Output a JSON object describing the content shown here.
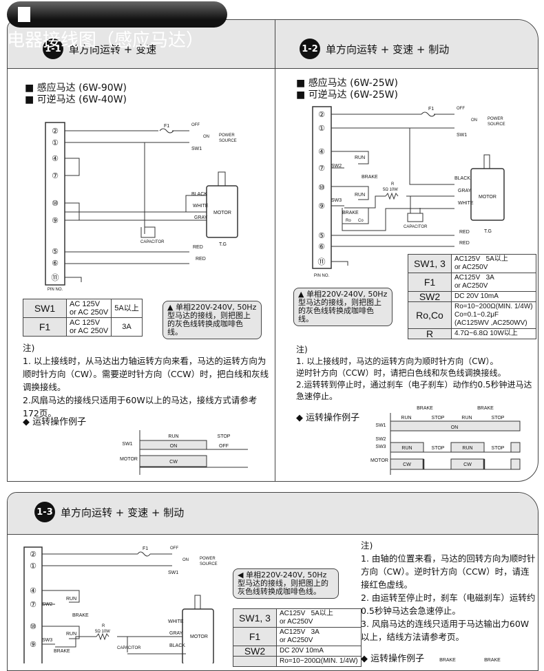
{
  "page_title": "电器接线图（感应马达）",
  "sections": [
    {
      "badge": "1-1",
      "title": "单方向运转 + 变速",
      "models": [
        "感应马达 (6W-90W)",
        "可逆马达 (6W-40W)"
      ],
      "spec": [
        [
          "SW1",
          "AC 125V",
          "or AC 250V",
          "5A以上"
        ],
        [
          "F1",
          "AC 125V",
          "or AC 250V",
          "3A"
        ]
      ],
      "warning": "▲ 单相220V-240V, 50Hz型马达的接线，则把图上的灰色线转换成咖啡色线。",
      "notes_head": "注)",
      "notes": [
        "1. 以上接线时，从马达出力轴运转方向来看，马达的运转方向为顺时针方向（CW）。需要逆时针方向（CCW）时，把白线和灰线调换接线。",
        "2.风扇马达的接线只适用于60W以上的马达，接线方式请参考172页。"
      ],
      "example_title": "◆ 运转操作例子",
      "timing": {
        "rows": [
          "SW1",
          "MOTOR"
        ],
        "phases": [
          "RUN",
          "STOP"
        ],
        "sw1": [
          "ON",
          "OFF"
        ],
        "motor": [
          "CW"
        ]
      }
    },
    {
      "badge": "1-2",
      "title": "单方向运转 + 变速 + 制动",
      "models": [
        "感应马达 (6W-25W)",
        "可逆马达 (6W-25W)"
      ],
      "spec": [
        [
          "SW1, 3",
          "AC125V",
          "or AC250V",
          "5A以上"
        ],
        [
          "F1",
          "AC125V",
          "or AC250V",
          "3A"
        ],
        [
          "SW2",
          "DC 20V 10mA",
          "",
          ""
        ],
        [
          "Ro,Co",
          "Ro=10~200Ω(MIN. 1/4W)",
          "Co=0.1~0.2μF",
          "(AC125WV ,AC250WV)"
        ],
        [
          "R",
          "4.7Ω~6.8Ω  10W以上",
          "",
          ""
        ]
      ],
      "warning": "▲ 单相220V-240V, 50Hz型马达的接线，则把图上的灰色线转换成咖啡色线。",
      "notes_head": "注)",
      "notes": [
        "1. 以上接线时，马达的运转方向为顺时针方向（CW）。",
        "逆时针方向（CCW）时，请把白色线和灰色线调换接线。",
        "2.运转转到停止时，通过刹车（电子刹车）动作约0.5秒钟进马达急速停止。"
      ],
      "example_title": "◆ 运转操作例子",
      "timing": {
        "rows": [
          "SW1",
          "SW2",
          "SW3",
          "MOTOR"
        ],
        "brake": "BRAKE",
        "phases": [
          "RUN",
          "STOP",
          "RUN",
          "STOP"
        ],
        "sw1": "ON",
        "sw23": [
          "RUN",
          "STOP",
          "RUN",
          "STOP"
        ],
        "motor": [
          "CW",
          "CW"
        ]
      }
    },
    {
      "badge": "1-3",
      "title": "单方向运转 + 变速 + 制动",
      "spec": [
        [
          "SW1, 3",
          "AC125V",
          "or AC250V",
          "5A以上"
        ],
        [
          "F1",
          "AC125V",
          "or AC250V",
          "3A"
        ],
        [
          "SW2",
          "DC 20V 10mA",
          "",
          ""
        ],
        [
          "",
          "Ro=10~200Ω(MIN. 1/4W)",
          "",
          ""
        ]
      ],
      "warning": "◀ 单相220V-240V, 50Hz型马达的接线，则把图上的灰色线转换成咖啡色线。",
      "notes_head": "注)",
      "notes": [
        "1. 由轴的位置来看，马达的回转方向为顺时针方向（CW）。逆时针方向（CCW）时，请连接红色虚线。",
        "2. 由运转至停止时，刹车（电磁刹车）运转约0.5秒钟马达会急速停止。",
        "3. 风扇马达的连线只适用于马达输出力60W以上，结线方法请参考页。"
      ],
      "example_title": "◆ 运转操作例子",
      "brake": "BRAKE"
    }
  ],
  "diagram": {
    "pin_no": "PIN NO.",
    "f1": "F1",
    "off": "OFF",
    "on": "ON",
    "power": "POWER",
    "source": "SOURCE",
    "sw1": "SW1",
    "sw2": "SW2",
    "sw3": "SW3",
    "run": "RUN",
    "brake": "BRAKE",
    "r": "R",
    "r_val": "5Ω 10W",
    "ro": "Ro",
    "co": "Co",
    "capacitor": "CAPACITOR",
    "motor": "MOTOR",
    "black": "BLACK",
    "white": "WHITE",
    "gray": "GRAY",
    "red": "RED",
    "tg": "T.G",
    "pins1": [
      "②",
      "①",
      "④",
      "⑦",
      "⑩",
      "⑨",
      "⑤",
      "⑥",
      "⑪"
    ]
  }
}
